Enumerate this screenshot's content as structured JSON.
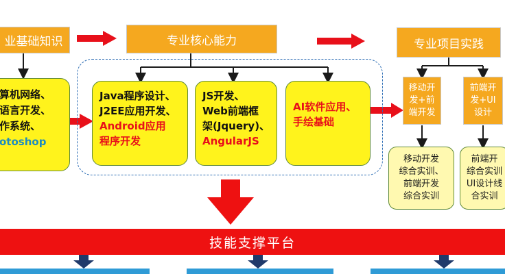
{
  "top": {
    "basic_knowledge": "业基础知识",
    "core_ability": "专业核心能力",
    "project_practice": "专业项目实践"
  },
  "left_box": {
    "lines": [
      "算机网络、",
      "语言开发、",
      "作系统、",
      "otoshop"
    ]
  },
  "core_boxes": {
    "java": [
      "Java程序设计、",
      "J2EE应用开发、",
      "Android应用",
      "程序开发"
    ],
    "js": [
      "JS开发、",
      "Web前端框",
      "架(Jquery)、",
      "AngularJS"
    ],
    "ai": [
      "AI软件应用、",
      "手绘基础"
    ]
  },
  "practice": {
    "mobile": [
      "移动开",
      "发+前",
      "端开发"
    ],
    "frontend": [
      "前端开",
      "发+UI",
      "设计"
    ],
    "mobile_training": [
      "移动开发",
      "综合实训、",
      "前端开发",
      "综合实训"
    ],
    "frontend_training": [
      "前端开",
      "综合实训",
      "UI设计线",
      "合实训"
    ]
  },
  "platform": {
    "label": "技能支撑平台"
  },
  "colors": {
    "orange": "#F5A81F",
    "yellow": "#FFF31C",
    "light_yellow": "#FFF9B0",
    "red": "#EE1111",
    "text_red": "#E8101A",
    "blue": "#2F9BD6",
    "dashed_blue": "#2E6EB5"
  }
}
